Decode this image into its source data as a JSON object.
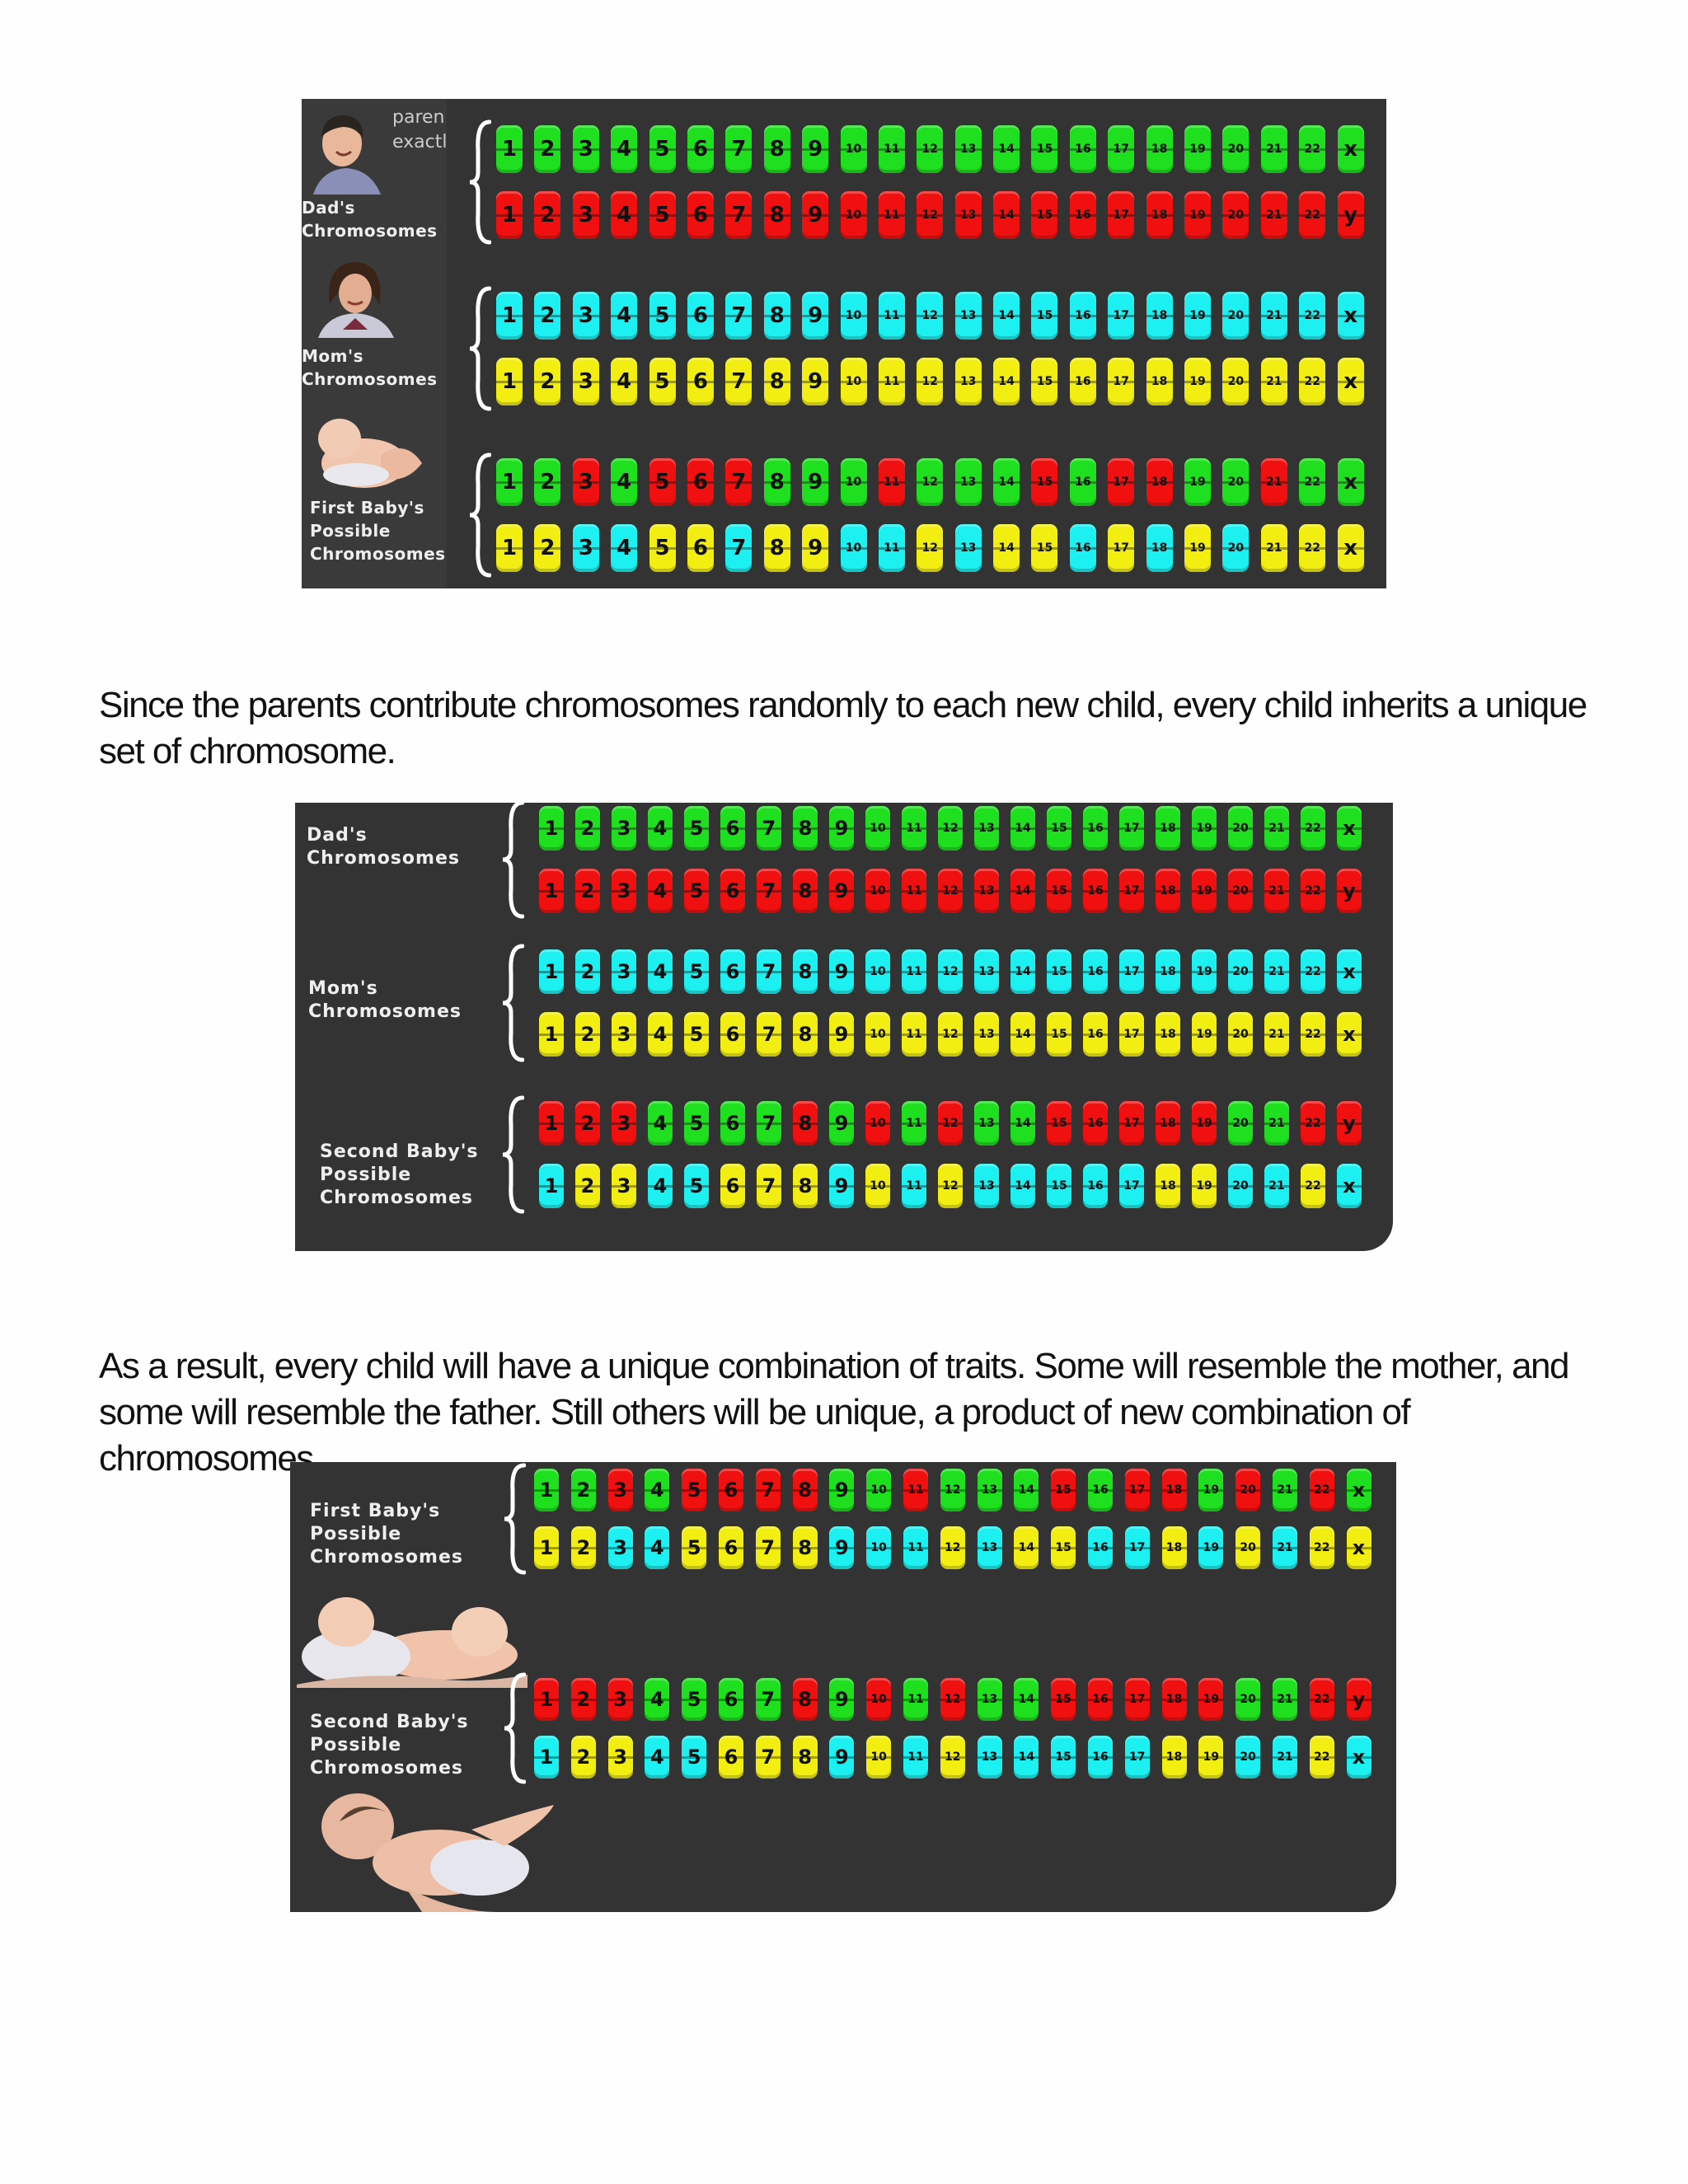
{
  "figure1": {
    "clipped_text": "paren\nexactl",
    "groups": [
      {
        "label": "Dad's\nChromosomes",
        "rows": [
          [
            "g"
          ],
          [
            "r"
          ]
        ],
        "sex": [
          "x",
          "y"
        ]
      },
      {
        "label": "Mom's\nChromosomes",
        "rows": [
          [
            "c"
          ],
          [
            "y"
          ]
        ],
        "sex": [
          "x",
          "x"
        ]
      },
      {
        "label": "First Baby's\nPossible\nChromosomes",
        "rows": [
          [
            "g",
            "g",
            "r",
            "g",
            "r",
            "r",
            "r",
            "g",
            "g",
            "g",
            "r",
            "g",
            "g",
            "g",
            "r",
            "g",
            "r",
            "r",
            "g",
            "g",
            "r",
            "g"
          ],
          [
            "y",
            "y",
            "c",
            "c",
            "y",
            "y",
            "c",
            "y",
            "y",
            "c",
            "c",
            "y",
            "c",
            "y",
            "y",
            "c",
            "y",
            "c",
            "y",
            "c",
            "y",
            "y"
          ]
        ],
        "sex": [
          "x",
          "x"
        ],
        "sex_colors": [
          "g",
          "y"
        ]
      }
    ]
  },
  "paragraph1": "Since the parents contribute chromosomes randomly to each new child, every child inherits a unique set of chromosome.",
  "figure2": {
    "groups": [
      {
        "label": "Dad's\nChromosomes",
        "rows": [
          [
            "g"
          ],
          [
            "r"
          ]
        ],
        "sex": [
          "x",
          "y"
        ]
      },
      {
        "label": "Mom's\nChromosomes",
        "rows": [
          [
            "c"
          ],
          [
            "y"
          ]
        ],
        "sex": [
          "x",
          "x"
        ]
      },
      {
        "label": "Second Baby's\nPossible\nChromosomes",
        "rows": [
          [
            "r",
            "r",
            "r",
            "g",
            "g",
            "g",
            "g",
            "r",
            "g",
            "r",
            "g",
            "r",
            "g",
            "g",
            "r",
            "r",
            "r",
            "r",
            "r",
            "g",
            "g",
            "r"
          ],
          [
            "c",
            "y",
            "y",
            "c",
            "c",
            "y",
            "y",
            "y",
            "c",
            "y",
            "c",
            "y",
            "c",
            "c",
            "c",
            "c",
            "c",
            "y",
            "y",
            "c",
            "c",
            "y"
          ]
        ],
        "sex": [
          "y",
          "x"
        ],
        "sex_colors": [
          "r",
          "c"
        ]
      }
    ]
  },
  "paragraph2": "As a result, every child will have a unique combination of traits.  Some will resemble the mother, and some will resemble the father. Still others will be unique, a product of new combination of chromosomes.",
  "figure3": {
    "groups": [
      {
        "label": "First Baby's\nPossible\nChromosomes",
        "rows": [
          [
            "g",
            "g",
            "r",
            "g",
            "r",
            "r",
            "r",
            "r",
            "g",
            "g",
            "r",
            "g",
            "g",
            "g",
            "r",
            "g",
            "r",
            "r",
            "g",
            "r",
            "g",
            "r"
          ],
          [
            "y",
            "y",
            "c",
            "c",
            "y",
            "y",
            "y",
            "y",
            "c",
            "c",
            "c",
            "y",
            "c",
            "y",
            "y",
            "c",
            "c",
            "y",
            "c",
            "y",
            "c",
            "y"
          ]
        ],
        "sex": [
          "x",
          "x"
        ],
        "sex_colors": [
          "g",
          "y"
        ]
      },
      {
        "label": "Second Baby's\nPossible\nChromosomes",
        "rows": [
          [
            "r",
            "r",
            "r",
            "g",
            "g",
            "g",
            "g",
            "r",
            "g",
            "r",
            "g",
            "r",
            "g",
            "g",
            "r",
            "r",
            "r",
            "r",
            "r",
            "g",
            "g",
            "r"
          ],
          [
            "c",
            "y",
            "y",
            "c",
            "c",
            "y",
            "y",
            "y",
            "c",
            "y",
            "c",
            "y",
            "c",
            "c",
            "c",
            "c",
            "c",
            "y",
            "y",
            "c",
            "c",
            "y"
          ]
        ],
        "sex": [
          "y",
          "x"
        ],
        "sex_colors": [
          "r",
          "c"
        ]
      }
    ]
  },
  "colors": {
    "green": "#1ee01e",
    "red": "#f01010",
    "cyan": "#1cf0f0",
    "yellow": "#f2ee12",
    "panel": "#333333"
  }
}
